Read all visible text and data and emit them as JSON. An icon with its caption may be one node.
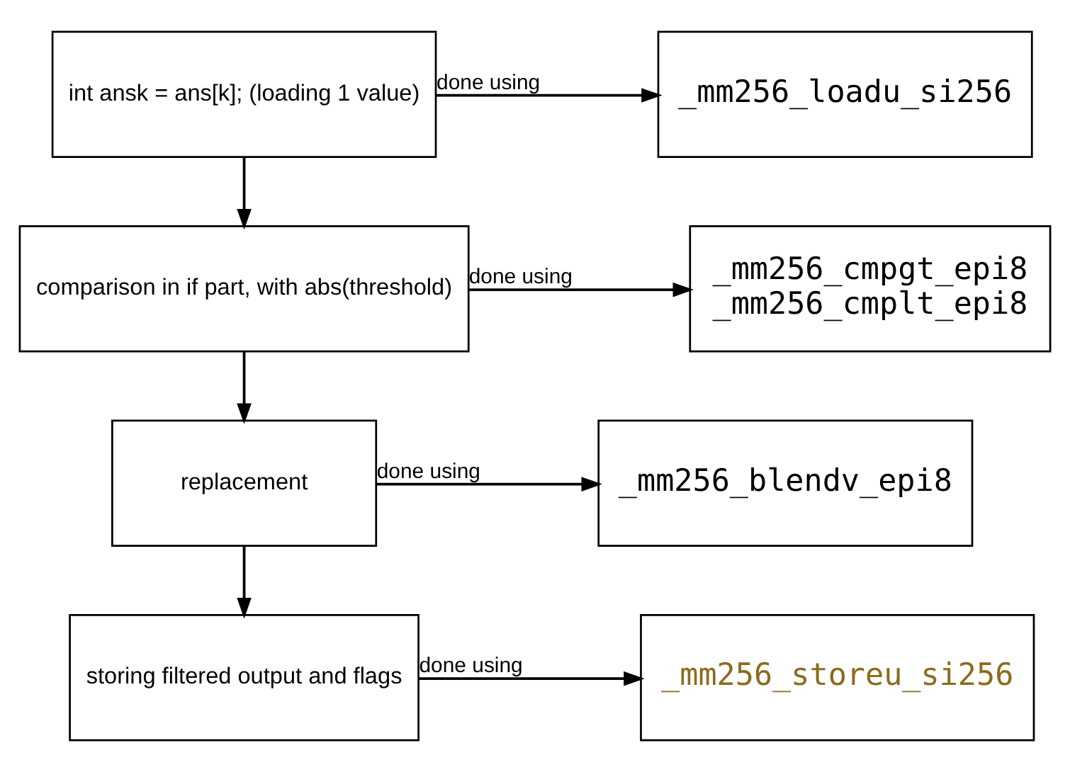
{
  "diagram": {
    "nodes": [
      {
        "text": [
          "int ansk = ans[k]; (loading 1 value)"
        ]
      },
      {
        "text": [
          "_mm256_loadu_si256"
        ]
      },
      {
        "text": [
          "comparison in if part, with abs(threshold)"
        ]
      },
      {
        "text": [
          "_mm256_cmpgt_epi8",
          "_mm256_cmplt_epi8"
        ]
      },
      {
        "text": [
          "replacement"
        ]
      },
      {
        "text": [
          "_mm256_blendv_epi8"
        ]
      },
      {
        "text": [
          "storing filtered output and flags"
        ]
      },
      {
        "text": [
          "_mm256_storeu_si256"
        ]
      }
    ],
    "edges": [
      {
        "from": 0,
        "to": 1,
        "arrow": "to",
        "label": "done using"
      },
      {
        "from": 0,
        "to": 2,
        "arrow": "to"
      },
      {
        "from": 2,
        "to": 3,
        "arrow": "to",
        "label": "done using"
      },
      {
        "from": 2,
        "to": 4,
        "arrow": "to"
      },
      {
        "from": 4,
        "to": 5,
        "arrow": "to",
        "label": "done using"
      },
      {
        "from": 4,
        "to": 6,
        "arrow": "to"
      },
      {
        "from": 6,
        "to": 7,
        "arrow": "to",
        "label": "done using"
      }
    ]
  }
}
